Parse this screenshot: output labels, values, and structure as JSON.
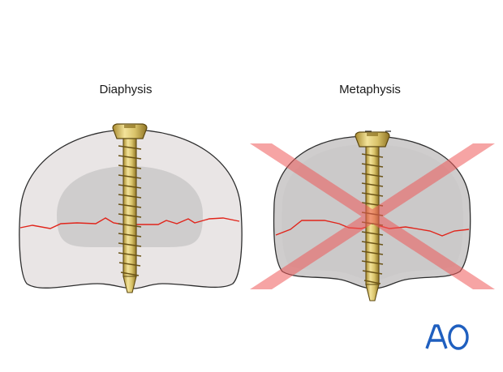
{
  "labels": {
    "left": "Diaphysis",
    "right": "Metaphysis"
  },
  "logo": {
    "text": "AO",
    "color": "#1f5fbf"
  },
  "colors": {
    "cortex_fill": "#e9e5e5",
    "cancellous_fill": "#cfcdcd",
    "fracture_line": "#e1251b",
    "screw_gold": "#d9c36a",
    "cross_red": "#f08080"
  },
  "icons": [
    "diaphysis-bone-icon",
    "metaphysis-bone-icon",
    "lag-screw-icon",
    "prohibited-cross-icon",
    "ao-logo-icon"
  ]
}
